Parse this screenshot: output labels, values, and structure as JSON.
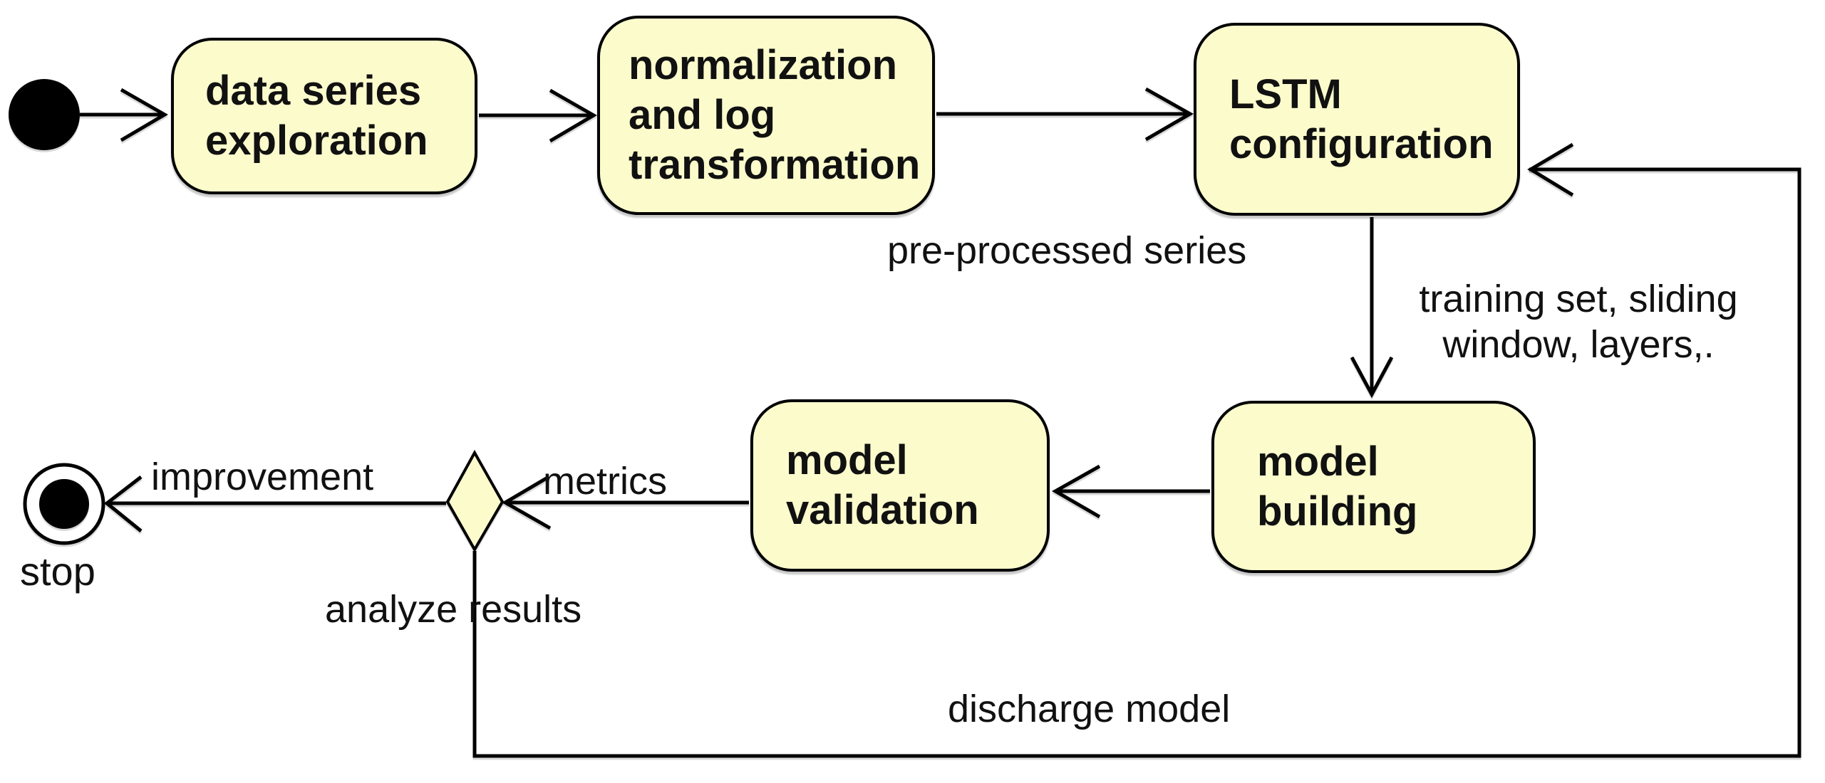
{
  "diagram": {
    "type": "uml-activity-diagram",
    "background_color": "#ffffff",
    "node_fill_color": "#fbfbcc",
    "line_color": "#000000",
    "nodes": {
      "start": {
        "kind": "initial-node"
      },
      "exploration": {
        "label": "data series\nexploration"
      },
      "normalization": {
        "label": "normalization\nand log\ntransformation"
      },
      "lstm": {
        "label": "LSTM\nconfiguration"
      },
      "building": {
        "label": "model\nbuilding"
      },
      "validation": {
        "label": "model\nvalidation"
      },
      "decision": {
        "kind": "decision-diamond"
      },
      "stop": {
        "label": "stop",
        "kind": "final-node"
      }
    },
    "edges": {
      "start_to_exploration": {
        "from": "start",
        "to": "exploration",
        "label": ""
      },
      "exploration_to_normalization": {
        "from": "exploration",
        "to": "normalization",
        "label": ""
      },
      "normalization_to_lstm": {
        "from": "normalization",
        "to": "lstm",
        "label": "pre-processed series"
      },
      "lstm_to_building": {
        "from": "lstm",
        "to": "building",
        "label": "training set, sliding\nwindow, layers,."
      },
      "building_to_validation": {
        "from": "building",
        "to": "validation",
        "label": ""
      },
      "validation_to_decision": {
        "from": "validation",
        "to": "decision",
        "label": "metrics"
      },
      "decision_to_stop": {
        "from": "decision",
        "to": "stop",
        "label": "improvement"
      },
      "decision_to_lstm_loop": {
        "from": "decision",
        "to": "lstm",
        "label_near_decision": "analyze results",
        "label_near_bottom": "discharge model"
      }
    },
    "labels": {
      "pre_processed": "pre-processed series",
      "training": "training set, sliding\nwindow, layers,.",
      "metrics": "metrics",
      "improvement": "improvement",
      "analyze": "analyze results",
      "discharge": "discharge model",
      "stop": "stop"
    }
  }
}
